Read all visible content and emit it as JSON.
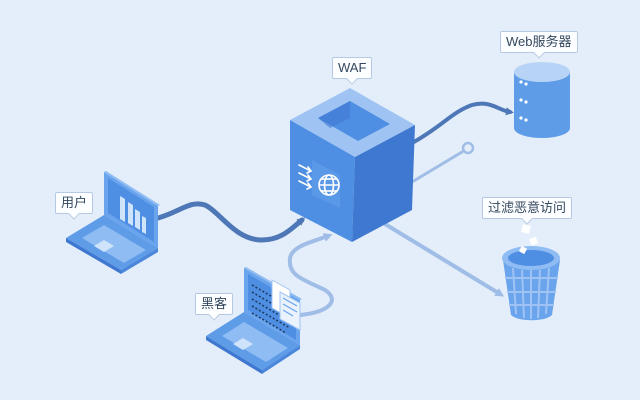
{
  "labels": {
    "user": "用户",
    "hacker": "黑客",
    "waf": "WAF",
    "web_server": "Web服务器",
    "filter": "过滤恶意访问"
  },
  "icons": [
    "laptop-icon",
    "server-icon",
    "globe-icon",
    "trash-bin-icon",
    "waf-cube-icon",
    "shield-arrows-icon",
    "code-document-icon"
  ],
  "colors": {
    "background": "#e4eefa",
    "cube_front": "#4f8fe3",
    "cube_top": "#9fc4f4",
    "cube_side": "#3f78d0",
    "normal_flow": "#4d77b6",
    "blocked_flow": "#9fbde6",
    "laptop": "#5f9ce8",
    "server": "#6ea5ec",
    "bin": "#7fb0ee"
  }
}
